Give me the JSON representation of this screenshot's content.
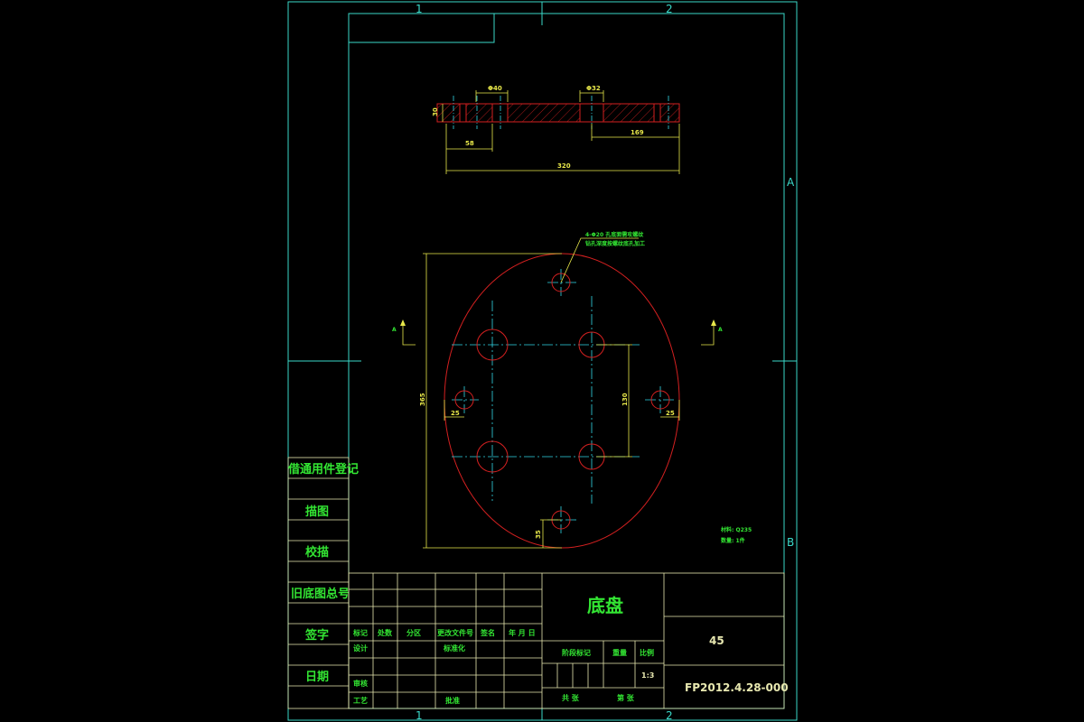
{
  "colors": {
    "frame": "#3ad9c9",
    "title_block": "#e8e8b0",
    "part_outline": "#d42020",
    "center_line": "#32d6e6",
    "dimension": "#e8e84a",
    "text": "#33e633"
  },
  "zones": {
    "col1": "1",
    "col2": "2",
    "row_a": "A",
    "row_b": "B"
  },
  "side_view": {
    "dim_d40": "Φ40",
    "dim_d32": "Φ32",
    "dim_thickness": "30",
    "dim_58": "58",
    "dim_169": "169",
    "dim_overall": "320"
  },
  "plan_view": {
    "callout_line1": "4-Φ20 孔底面需攻螺纹",
    "callout_line2": "钻孔深度按螺纹底孔加工",
    "dim_height": "365",
    "dim_130": "130",
    "dim_left_25": "25",
    "dim_right_25": "25",
    "dim_bottom_35": "35",
    "section_mark_left": "A",
    "section_mark_right": "A",
    "material_note": "材料: Q235",
    "quantity_note": "数量: 1件"
  },
  "side_table": {
    "row1": "借通用件登记",
    "row2": "描图",
    "row3": "校描",
    "row4": "旧底图总号",
    "row5": "签字",
    "row6": "日期"
  },
  "title_block": {
    "part_name": "底盘",
    "material": "45",
    "drawing_number": "FP2012.4.28-000",
    "scale": "1:3",
    "labels": {
      "mark": "标记",
      "count": "处数",
      "zone": "分区",
      "change_doc": "更改文件号",
      "sign": "签名",
      "date": "年 月 日",
      "design": "设计",
      "standardize": "标准化",
      "review": "审核",
      "process": "工艺",
      "approve": "批准",
      "stage_mark": "阶段标记",
      "weight": "重量",
      "scale_label": "比例",
      "total_sheets": "共 张",
      "sheet_no": "第 张"
    }
  }
}
